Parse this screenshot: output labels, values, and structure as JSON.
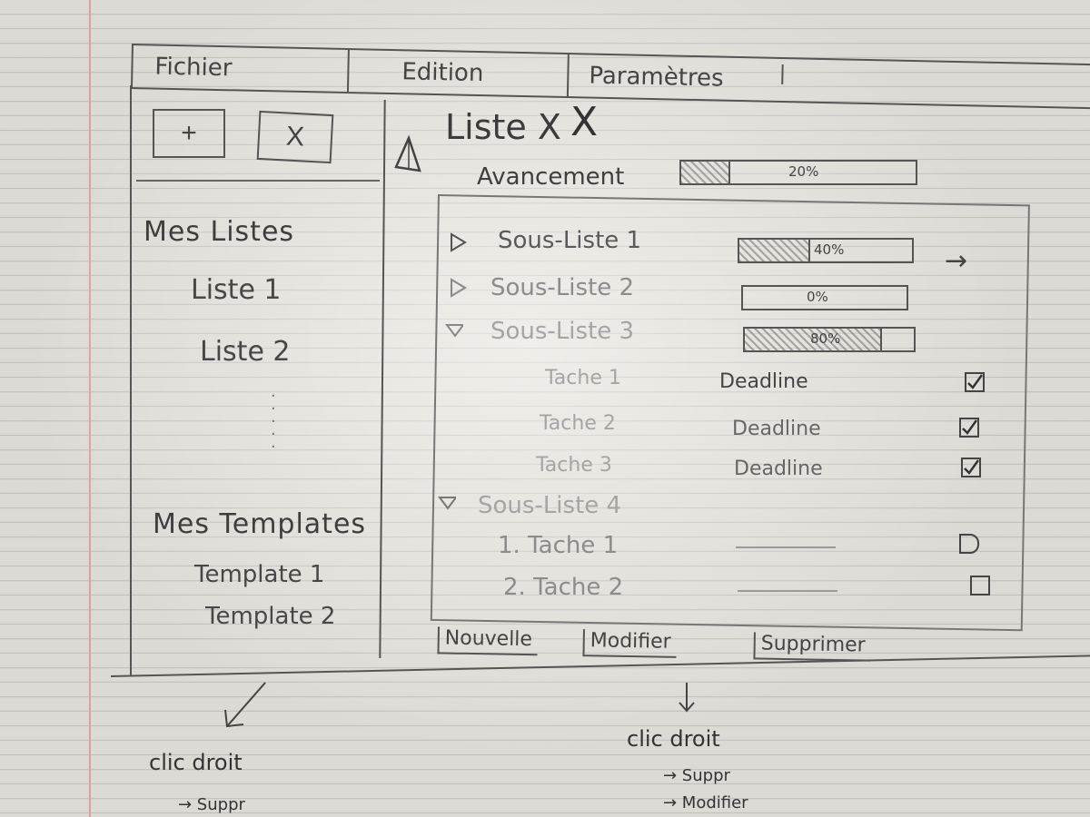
{
  "menu": {
    "file": "Fichier",
    "edit": "Edition",
    "settings": "Paramètres"
  },
  "sidebar": {
    "add_label": "+",
    "delete_label": "X",
    "lists_title": "Mes Listes",
    "lists": [
      {
        "label": "Liste 1"
      },
      {
        "label": "Liste 2"
      }
    ],
    "templates_title": "Mes Templates",
    "templates": [
      {
        "label": "Template 1"
      },
      {
        "label": "Template 2"
      }
    ]
  },
  "main": {
    "title": "Liste X",
    "close_label": "X",
    "progress_label": "Avancement",
    "progress_text": "20%",
    "progress_value": 0.2,
    "sublists": [
      {
        "label": "Sous-Liste 1",
        "progress_text": "40%",
        "progress_value": 0.4,
        "expanded": false
      },
      {
        "label": "Sous-Liste 2",
        "progress_text": "0%",
        "progress_value": 0.0,
        "expanded": false
      },
      {
        "label": "Sous-Liste 3",
        "progress_text": "80%",
        "progress_value": 0.8,
        "expanded": true,
        "tasks": [
          {
            "label": "Tache 1",
            "deadline": "Deadline",
            "checked": true
          },
          {
            "label": "Tache 2",
            "deadline": "Deadline",
            "checked": true
          },
          {
            "label": "Tache 3",
            "deadline": "Deadline",
            "checked": true
          }
        ]
      },
      {
        "label": "Sous-Liste 4",
        "expanded": true,
        "tasks": [
          {
            "label": "1. Tache 1",
            "checked": false
          },
          {
            "label": "2. Tache 2",
            "checked": false
          }
        ]
      }
    ],
    "more_arrow": "→",
    "buttons": {
      "new": "Nouvelle",
      "edit": "Modifier",
      "delete": "Supprimer"
    }
  },
  "notes": {
    "left": {
      "title": "clic droit",
      "items": [
        "→ Suppr"
      ]
    },
    "right": {
      "title": "clic droit",
      "items": [
        "→ Suppr",
        "→ Modifier"
      ]
    }
  }
}
